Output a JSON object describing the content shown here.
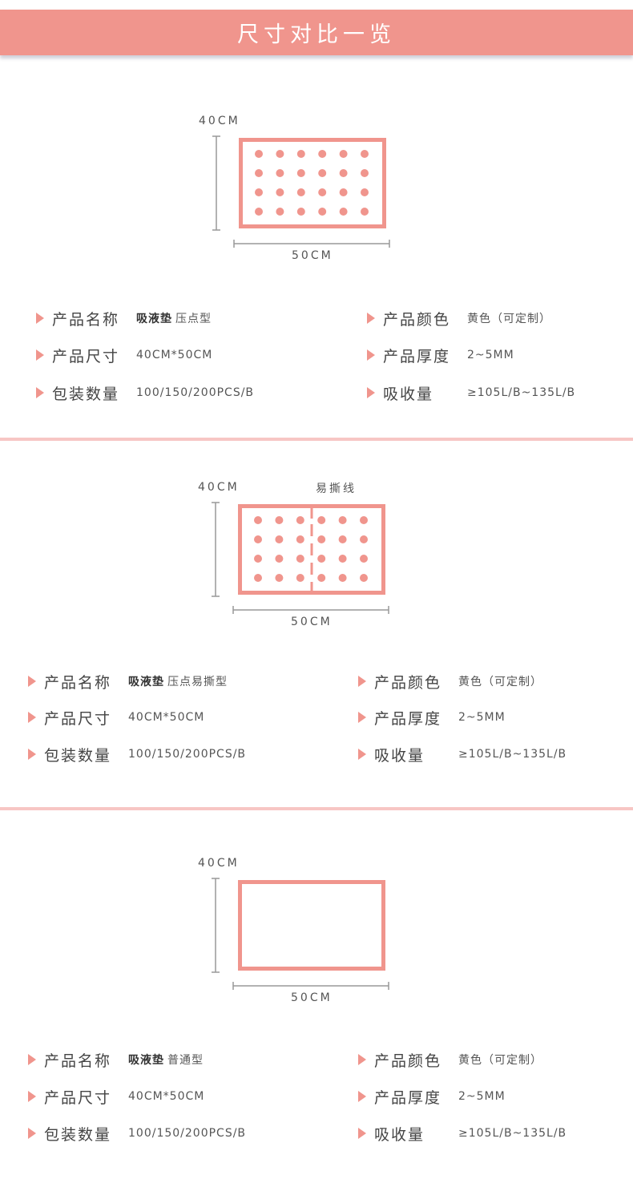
{
  "header": {
    "title": "尺寸对比一览"
  },
  "colors": {
    "accent": "#f0958d",
    "divider": "#f7c6c4"
  },
  "sections": [
    {
      "height_label": "40CM",
      "width_label": "50CM",
      "note": "",
      "dots": true,
      "tear_line": false,
      "left": [
        {
          "label": "产品名称",
          "bold": "吸液垫",
          "value": "压点型"
        },
        {
          "label": "产品尺寸",
          "bold": "",
          "value": "40CM*50CM"
        },
        {
          "label": "包装数量",
          "bold": "",
          "value": "100/150/200PCS/B"
        }
      ],
      "right": [
        {
          "label": "产品颜色",
          "value": "黄色（可定制）"
        },
        {
          "label": "产品厚度",
          "value": "2~5MM"
        },
        {
          "label": "吸收量",
          "value": "≥105L/B~135L/B"
        }
      ]
    },
    {
      "height_label": "40CM",
      "width_label": "50CM",
      "note": "易撕线",
      "dots": true,
      "tear_line": true,
      "left": [
        {
          "label": "产品名称",
          "bold": "吸液垫",
          "value": "压点易撕型"
        },
        {
          "label": "产品尺寸",
          "bold": "",
          "value": "40CM*50CM"
        },
        {
          "label": "包装数量",
          "bold": "",
          "value": "100/150/200PCS/B"
        }
      ],
      "right": [
        {
          "label": "产品颜色",
          "value": "黄色（可定制）"
        },
        {
          "label": "产品厚度",
          "value": "2~5MM"
        },
        {
          "label": "吸收量",
          "value": "≥105L/B~135L/B"
        }
      ]
    },
    {
      "height_label": "40CM",
      "width_label": "50CM",
      "note": "",
      "dots": false,
      "tear_line": false,
      "left": [
        {
          "label": "产品名称",
          "bold": "吸液垫",
          "value": "普通型"
        },
        {
          "label": "产品尺寸",
          "bold": "",
          "value": "40CM*50CM"
        },
        {
          "label": "包装数量",
          "bold": "",
          "value": "100/150/200PCS/B"
        }
      ],
      "right": [
        {
          "label": "产品颜色",
          "value": "黄色（可定制）"
        },
        {
          "label": "产品厚度",
          "value": "2~5MM"
        },
        {
          "label": "吸收量",
          "value": "≥105L/B~135L/B"
        }
      ]
    }
  ]
}
